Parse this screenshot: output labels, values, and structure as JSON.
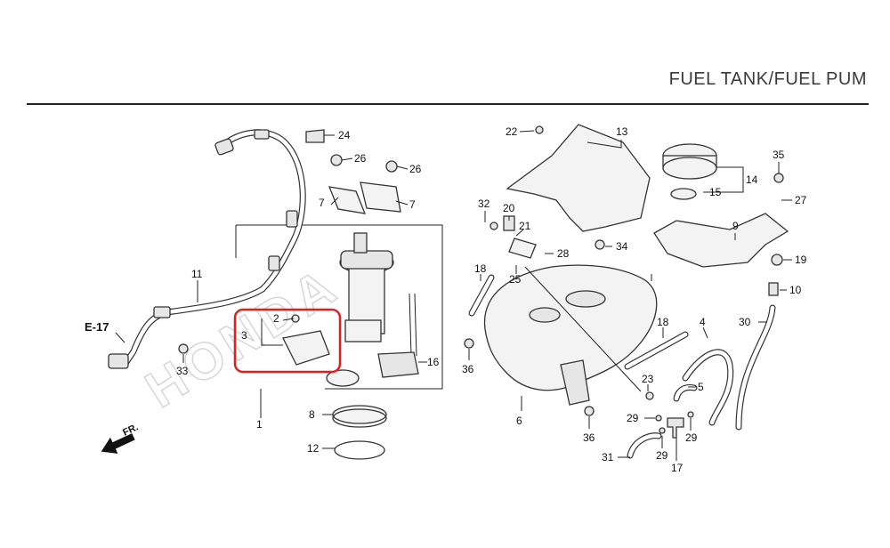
{
  "header": {
    "title": "FUEL TANK/FUEL PUM"
  },
  "watermark": "HONDA",
  "reference": {
    "e17": "E-17",
    "fr": "FR."
  },
  "callouts": [
    "24",
    "26",
    "26",
    "7",
    "7",
    "11",
    "2",
    "3",
    "33",
    "16",
    "1",
    "8",
    "12",
    "22",
    "13",
    "35",
    "27",
    "14",
    "15",
    "32",
    "20",
    "21",
    "28",
    "34",
    "9",
    "19",
    "10",
    "18",
    "25",
    "30",
    "18",
    "4",
    "23",
    "5",
    "36",
    "29",
    "29",
    "6",
    "36",
    "31",
    "29",
    "17"
  ],
  "highlight": {
    "color": "#e02020"
  }
}
